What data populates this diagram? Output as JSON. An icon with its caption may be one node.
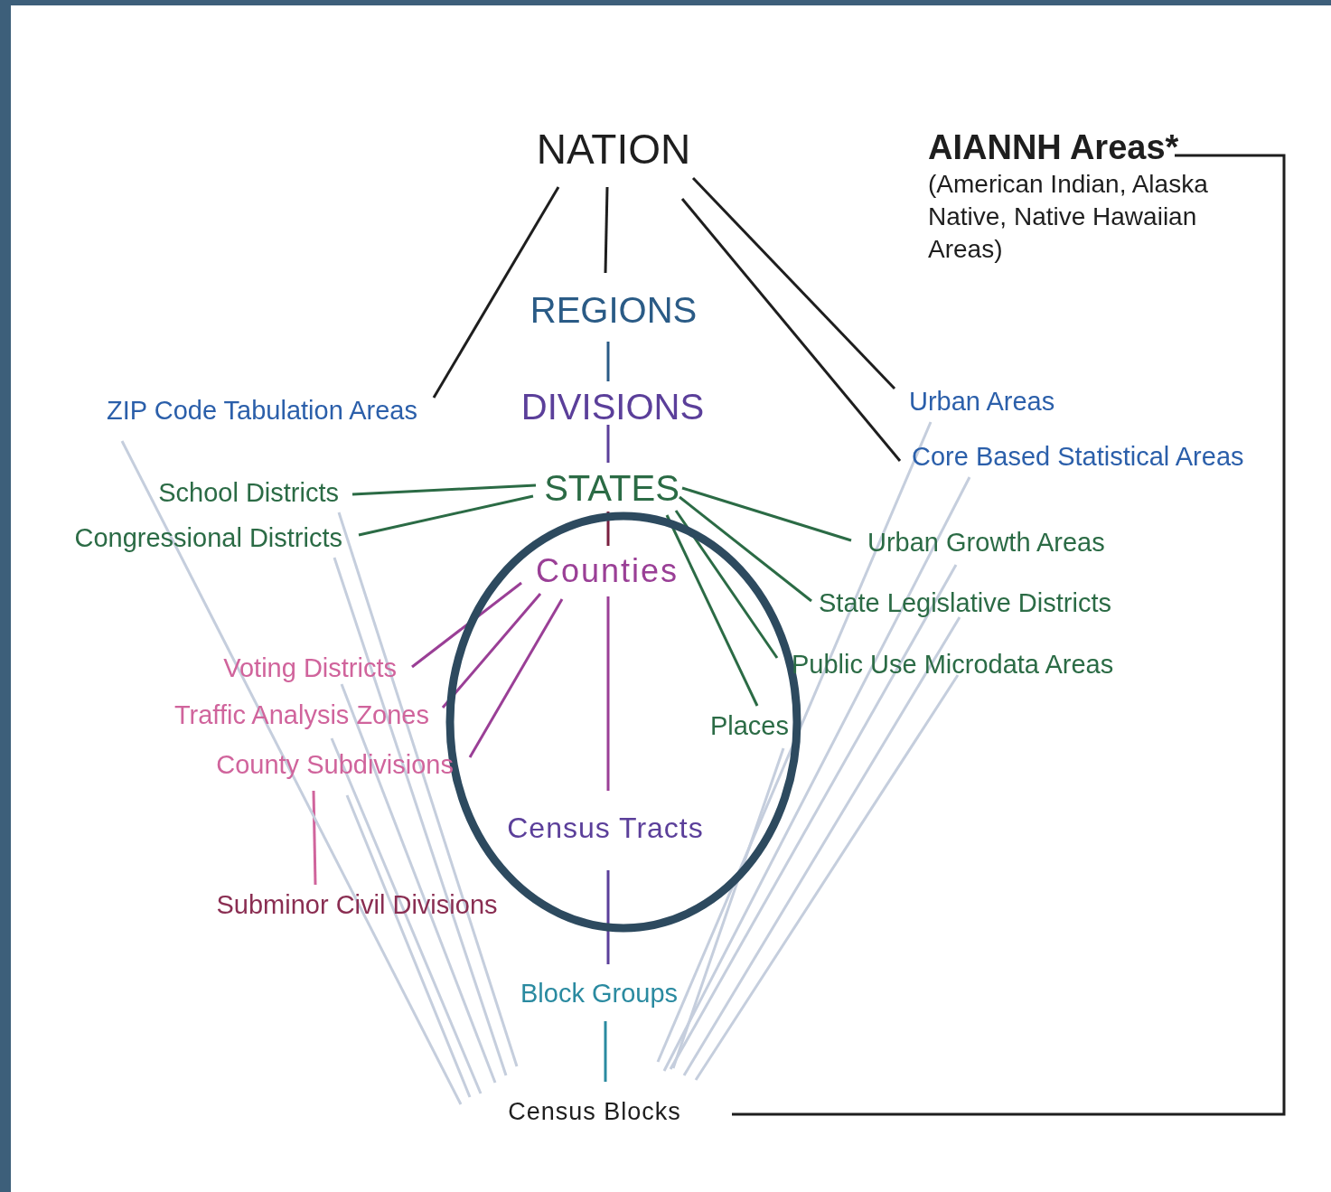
{
  "diagram": {
    "nodes": [
      {
        "text": [
          "NATION"
        ]
      },
      {
        "text": [
          "AIANNH Areas*",
          "(American Indian, Alaska Native, Native Hawaiian Areas)"
        ]
      },
      {
        "text": [
          "REGIONS"
        ]
      },
      {
        "text": [
          "ZIP Code Tabulation Areas"
        ]
      },
      {
        "text": [
          "DIVISIONS"
        ]
      },
      {
        "text": [
          "Urban Areas"
        ]
      },
      {
        "text": [
          "Core Based Statistical Areas"
        ]
      },
      {
        "text": [
          "STATES"
        ]
      },
      {
        "text": [
          "School Districts"
        ]
      },
      {
        "text": [
          "Congressional Districts"
        ]
      },
      {
        "text": [
          "Urban Growth Areas"
        ]
      },
      {
        "text": [
          "Counties"
        ]
      },
      {
        "text": [
          "State Legislative Districts"
        ]
      },
      {
        "text": [
          "Voting Districts"
        ]
      },
      {
        "text": [
          "Public Use Microdata Areas"
        ]
      },
      {
        "text": [
          "Traffic Analysis Zones"
        ]
      },
      {
        "text": [
          "Places"
        ]
      },
      {
        "text": [
          "County Subdivisions"
        ]
      },
      {
        "text": [
          "Census Tracts"
        ]
      },
      {
        "text": [
          "Subminor Civil Divisions"
        ]
      },
      {
        "text": [
          "Block Groups"
        ]
      },
      {
        "text": [
          "Census Blocks"
        ]
      }
    ],
    "edges": [
      {
        "from": 0,
        "to": 3,
        "arrow": "none",
        "color": "#1e1e1e"
      },
      {
        "from": 0,
        "to": 2,
        "arrow": "none",
        "color": "#1e1e1e"
      },
      {
        "from": 0,
        "to": 5,
        "arrow": "none",
        "color": "#1e1e1e"
      },
      {
        "from": 0,
        "to": 6,
        "arrow": "none",
        "color": "#1e1e1e"
      },
      {
        "from": 2,
        "to": 4,
        "arrow": "none",
        "color": "#2a5b86"
      },
      {
        "from": 4,
        "to": 7,
        "arrow": "none",
        "color": "#5b3f9a"
      },
      {
        "from": 7,
        "to": 8,
        "arrow": "none",
        "color": "#2b6b45"
      },
      {
        "from": 7,
        "to": 9,
        "arrow": "none",
        "color": "#2b6b45"
      },
      {
        "from": 7,
        "to": 10,
        "arrow": "none",
        "color": "#2b6b45"
      },
      {
        "from": 7,
        "to": 12,
        "arrow": "none",
        "color": "#2b6b45"
      },
      {
        "from": 7,
        "to": 14,
        "arrow": "none",
        "color": "#2b6b45"
      },
      {
        "from": 7,
        "to": 16,
        "arrow": "none",
        "color": "#2b6b45"
      },
      {
        "from": 7,
        "to": 11,
        "arrow": "none",
        "color": "#7a2040"
      },
      {
        "from": 11,
        "to": 13,
        "arrow": "none",
        "color": "#9a3f96"
      },
      {
        "from": 11,
        "to": 15,
        "arrow": "none",
        "color": "#9a3f96"
      },
      {
        "from": 11,
        "to": 17,
        "arrow": "none",
        "color": "#9a3f96"
      },
      {
        "from": 11,
        "to": 18,
        "arrow": "none",
        "color": "#9a3f96"
      },
      {
        "from": 17,
        "to": 19,
        "arrow": "none",
        "color": "#d0649c"
      },
      {
        "from": 18,
        "to": 20,
        "arrow": "none",
        "color": "#5b3f9a"
      },
      {
        "from": 20,
        "to": 21,
        "arrow": "none",
        "color": "#2a8aa0"
      },
      {
        "from": 3,
        "to": 21,
        "arrow": "none"
      },
      {
        "from": 8,
        "to": 21,
        "arrow": "none"
      },
      {
        "from": 9,
        "to": 21,
        "arrow": "none"
      },
      {
        "from": 13,
        "to": 21,
        "arrow": "none"
      },
      {
        "from": 15,
        "to": 21,
        "arrow": "none"
      },
      {
        "from": 17,
        "to": 21,
        "arrow": "none"
      },
      {
        "from": 5,
        "to": 21,
        "arrow": "none"
      },
      {
        "from": 6,
        "to": 21,
        "arrow": "none"
      },
      {
        "from": 10,
        "to": 21,
        "arrow": "none"
      },
      {
        "from": 12,
        "to": 21,
        "arrow": "none"
      },
      {
        "from": 14,
        "to": 21,
        "arrow": "none"
      },
      {
        "from": 16,
        "to": 21,
        "arrow": "none"
      },
      {
        "from": 1,
        "to": 21,
        "arrow": "none",
        "color": "#1e1e1e"
      }
    ]
  }
}
